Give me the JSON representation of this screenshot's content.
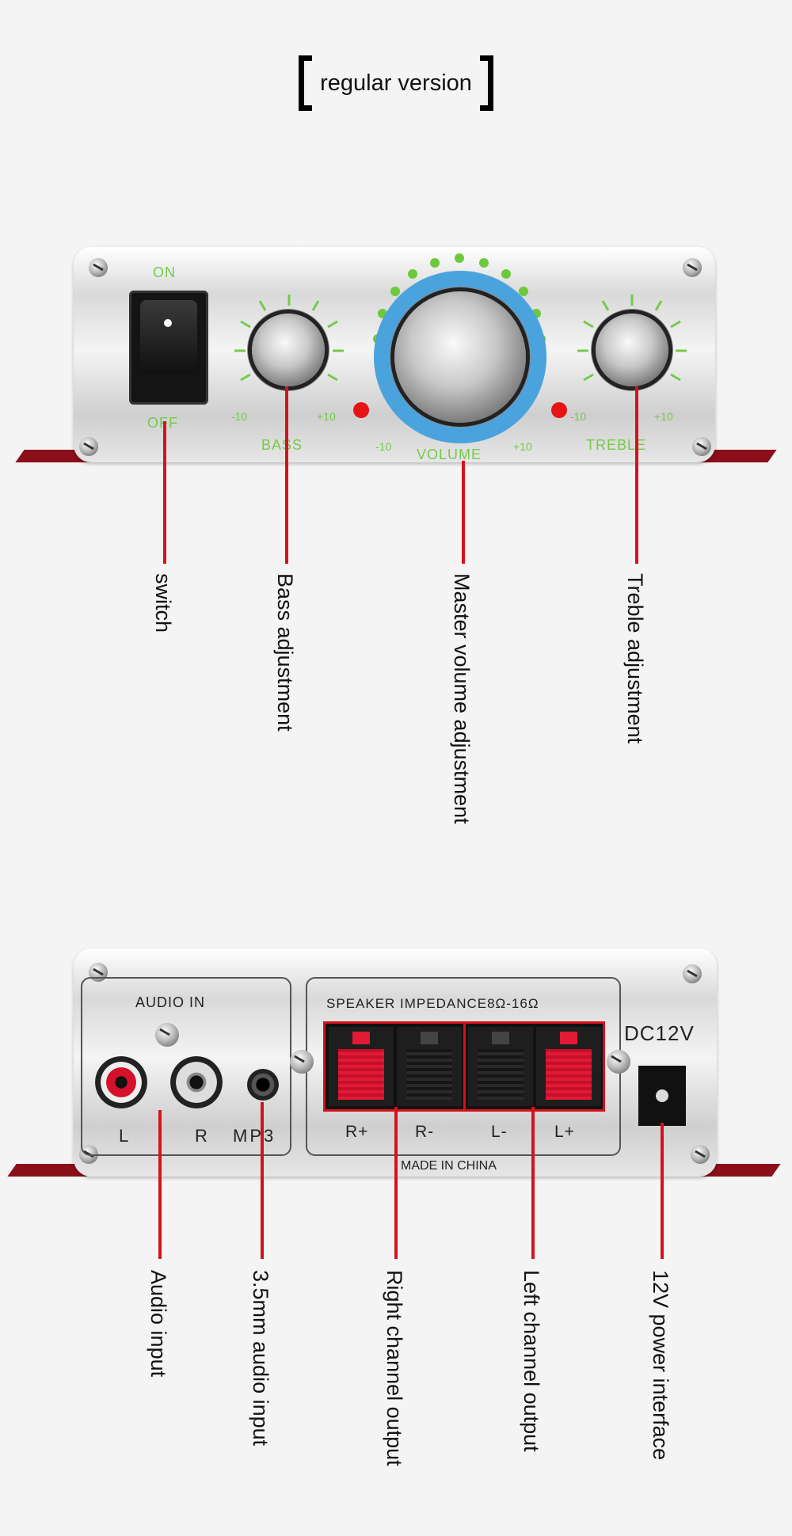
{
  "title": "regular version",
  "front_panel": {
    "power_on": "ON",
    "power_off": "OFF",
    "bass_min": "-10",
    "bass_max": "+10",
    "bass_label": "BASS",
    "volume_min": "-10",
    "volume_max": "+10",
    "volume_label": "VOLUME",
    "treble_min": "-10",
    "treble_max": "+10",
    "treble_label": "TREBLE"
  },
  "front_callouts": [
    "switch",
    "Bass adjustment",
    "Master volume adjustment",
    "Treble adjustment"
  ],
  "rear_panel": {
    "audio_in": "AUDIO IN",
    "left": "L",
    "right": "R",
    "mp3": "MP3",
    "speaker_impedance": "SPEAKER IMPEDANCE8Ω-16Ω",
    "terminals": [
      "R+",
      "R-",
      "L-",
      "L+"
    ],
    "made_in": "MADE IN CHINA",
    "dc": "DC12V"
  },
  "rear_callouts": [
    "Audio input",
    "3.5mm audio input",
    "Right channel output",
    "Left channel output",
    "12V power interface"
  ],
  "colors": {
    "callout_line": "#d6111e",
    "scale_green": "#75c94b",
    "volume_ring": "#4aa3dd",
    "foot": "#8a0f1a"
  }
}
